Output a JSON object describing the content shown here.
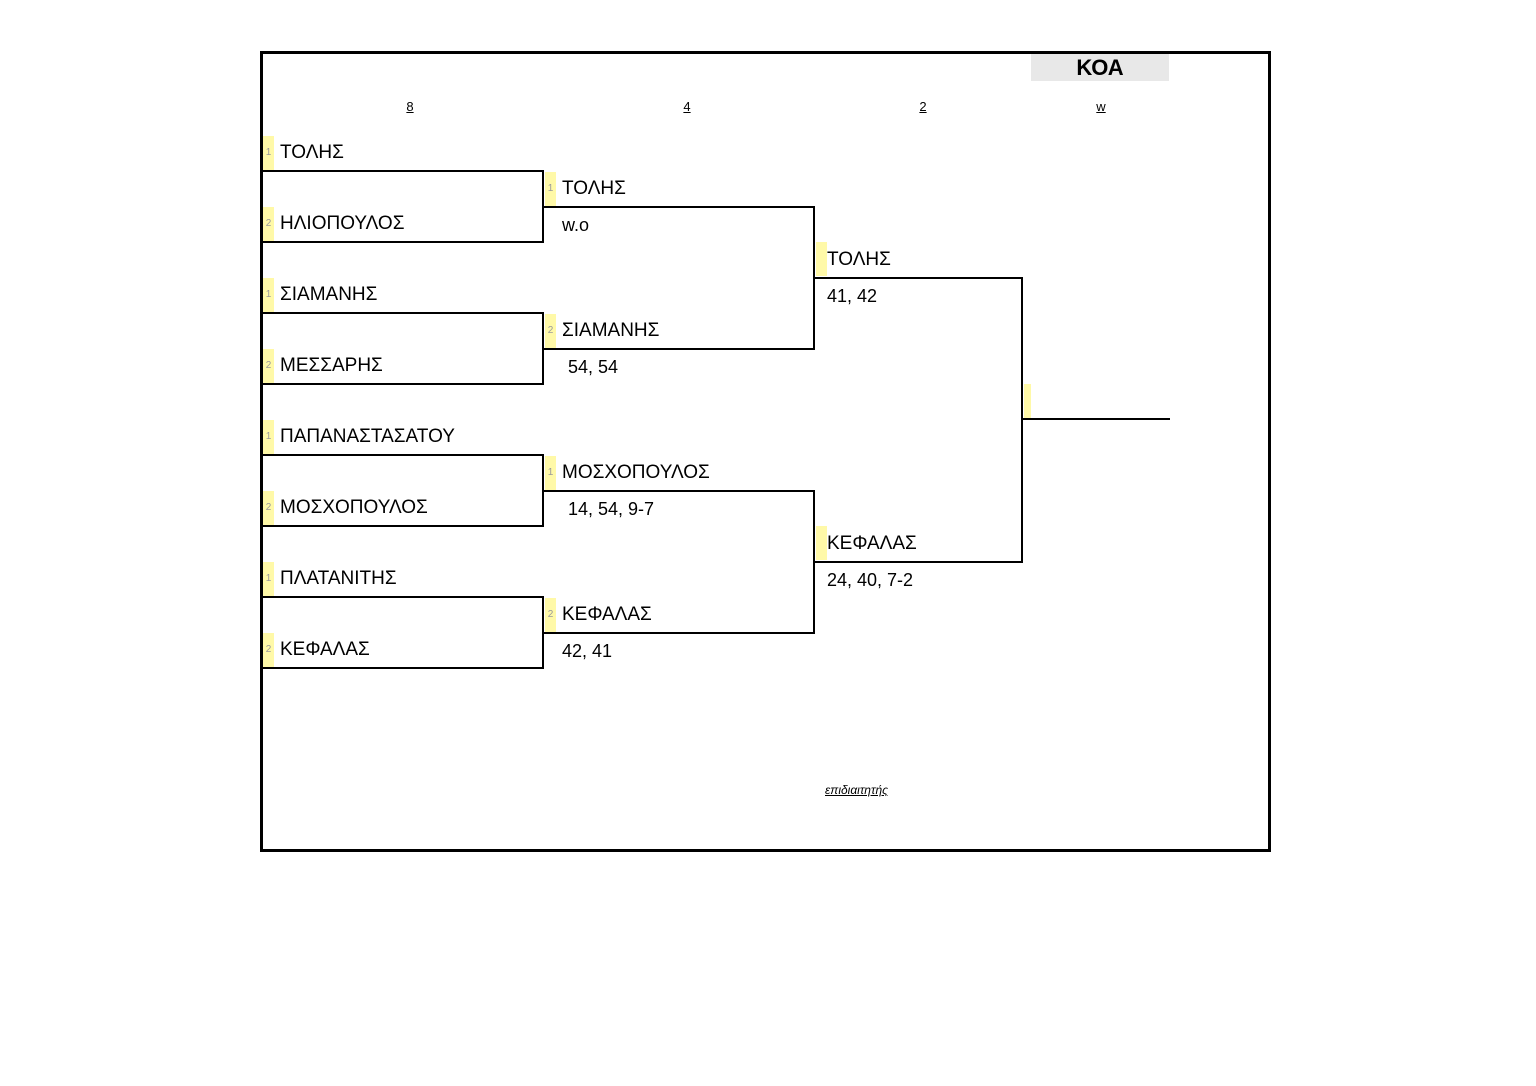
{
  "header": {
    "title": "ΚΟΑ"
  },
  "rounds": [
    "8",
    "4",
    "2",
    "w"
  ],
  "round1": [
    {
      "seed": "1",
      "name": "ΤΟΛΗΣ"
    },
    {
      "seed": "2",
      "name": "ΗΛΙΟΠΟΥΛΟΣ"
    },
    {
      "seed": "1",
      "name": "ΣΙΑΜΑΝΗΣ"
    },
    {
      "seed": "2",
      "name": "ΜΕΣΣΑΡΗΣ"
    },
    {
      "seed": "1",
      "name": "ΠΑΠΑΝΑΣΤΑΣΑΤΟΥ"
    },
    {
      "seed": "2",
      "name": "ΜΟΣΧΟΠΟΥΛΟΣ"
    },
    {
      "seed": "1",
      "name": "ΠΛΑΤΑΝΙΤΗΣ"
    },
    {
      "seed": "2",
      "name": "ΚΕΦΑΛΑΣ"
    }
  ],
  "round2": [
    {
      "seed": "1",
      "name": "ΤΟΛΗΣ",
      "score": "w.o"
    },
    {
      "seed": "2",
      "name": "ΣΙΑΜΑΝΗΣ",
      "score": "54, 54"
    },
    {
      "seed": "1",
      "name": "ΜΟΣΧΟΠΟΥΛΟΣ",
      "score": "14, 54, 9-7"
    },
    {
      "seed": "2",
      "name": "ΚΕΦΑΛΑΣ",
      "score": "42, 41"
    }
  ],
  "round3": [
    {
      "name": "ΤΟΛΗΣ",
      "score": "41, 42"
    },
    {
      "name": "ΚΕΦΑΛΑΣ",
      "score": "24, 40, 7-2"
    }
  ],
  "footer": {
    "referee_label": "επιδιαιτητής"
  }
}
